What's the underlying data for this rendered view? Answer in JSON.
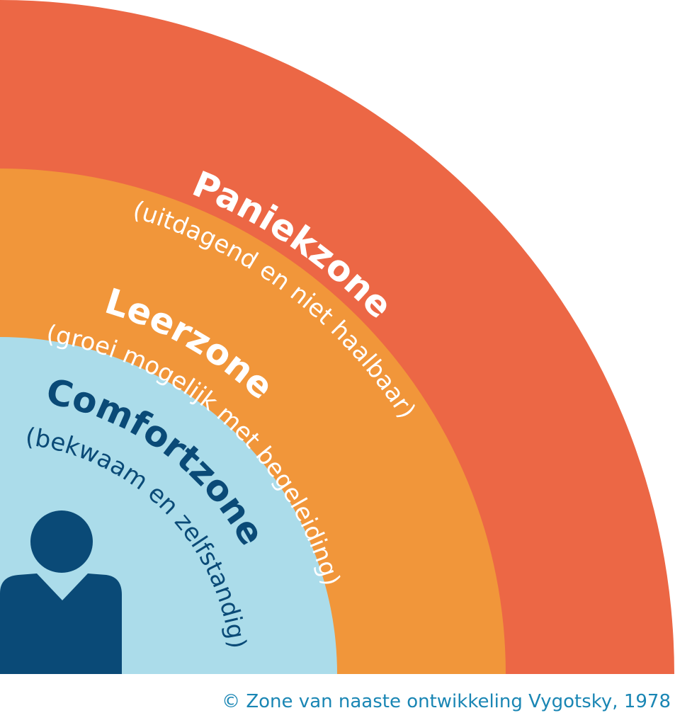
{
  "colors": {
    "panic": "#ec6745",
    "learn": "#f1963a",
    "comfort": "#abdcea",
    "dark_blue": "#0a4a77",
    "white": "#ffffff",
    "credit": "#1a86b4"
  },
  "zones": {
    "panic": {
      "title": "Paniekzone",
      "subtitle": "(uitdagend en niet haalbaar)"
    },
    "learn": {
      "title": "Leerzone",
      "subtitle": "(groei mogelijk met begeleiding)"
    },
    "comfort": {
      "title": "Comfortzone",
      "subtitle": "(bekwaam en zelfstandig)"
    }
  },
  "person_icon": "person-icon",
  "credit": "© Zone van naaste ontwikkeling Vygotsky, 1978"
}
